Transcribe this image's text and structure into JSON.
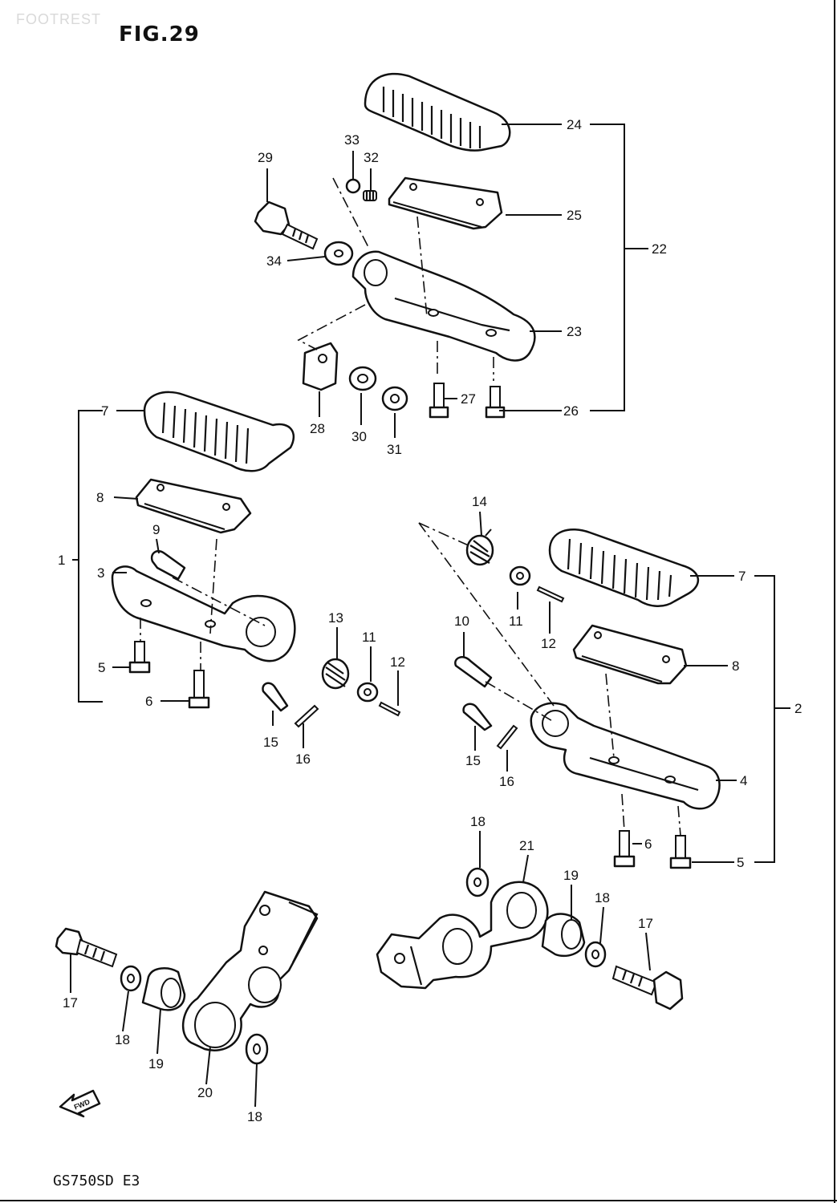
{
  "figure": {
    "title": "FIG.29",
    "watermark": "FOOTREST",
    "model_code": "GS750SD E3",
    "front_arrow_label": "FWD"
  },
  "callouts": {
    "p1": "1",
    "p2": "2",
    "p3": "3",
    "p4": "4",
    "p5a": "5",
    "p5b": "5",
    "p6a": "6",
    "p6b": "6",
    "p7a": "7",
    "p7b": "7",
    "p8a": "8",
    "p8b": "8",
    "p9": "9",
    "p10": "10",
    "p11a": "11",
    "p11b": "11",
    "p12a": "12",
    "p12b": "12",
    "p13": "13",
    "p14": "14",
    "p15a": "15",
    "p15b": "15",
    "p16a": "16",
    "p16b": "16",
    "p17a": "17",
    "p17b": "17",
    "p18a": "18",
    "p18b": "18",
    "p18c": "18",
    "p18d": "18",
    "p19a": "19",
    "p19b": "19",
    "p20": "20",
    "p21": "21",
    "p22": "22",
    "p23": "23",
    "p24": "24",
    "p25": "25",
    "p26": "26",
    "p27": "27",
    "p28": "28",
    "p29": "29",
    "p30": "30",
    "p31": "31",
    "p32": "32",
    "p33": "33",
    "p34": "34"
  }
}
